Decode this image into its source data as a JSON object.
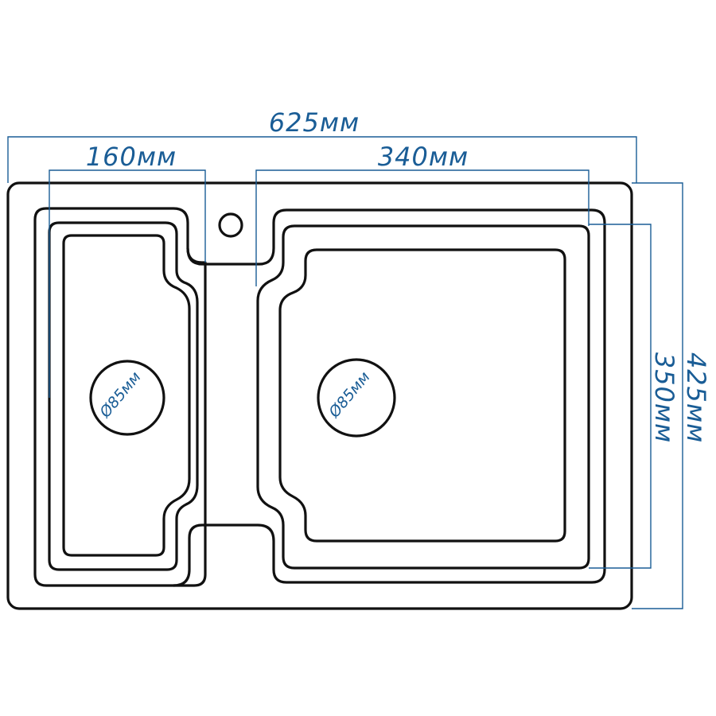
{
  "colors": {
    "outline": "#111111",
    "dimension": "#1a5d96"
  },
  "dimensions": {
    "total_width": "625мм",
    "small_bowl_width": "160мм",
    "large_bowl_width": "340мм",
    "total_depth": "425мм",
    "bowl_depth": "350мм"
  },
  "drains": {
    "small_bowl": "Ø85мм",
    "large_bowl": "Ø85мм"
  }
}
